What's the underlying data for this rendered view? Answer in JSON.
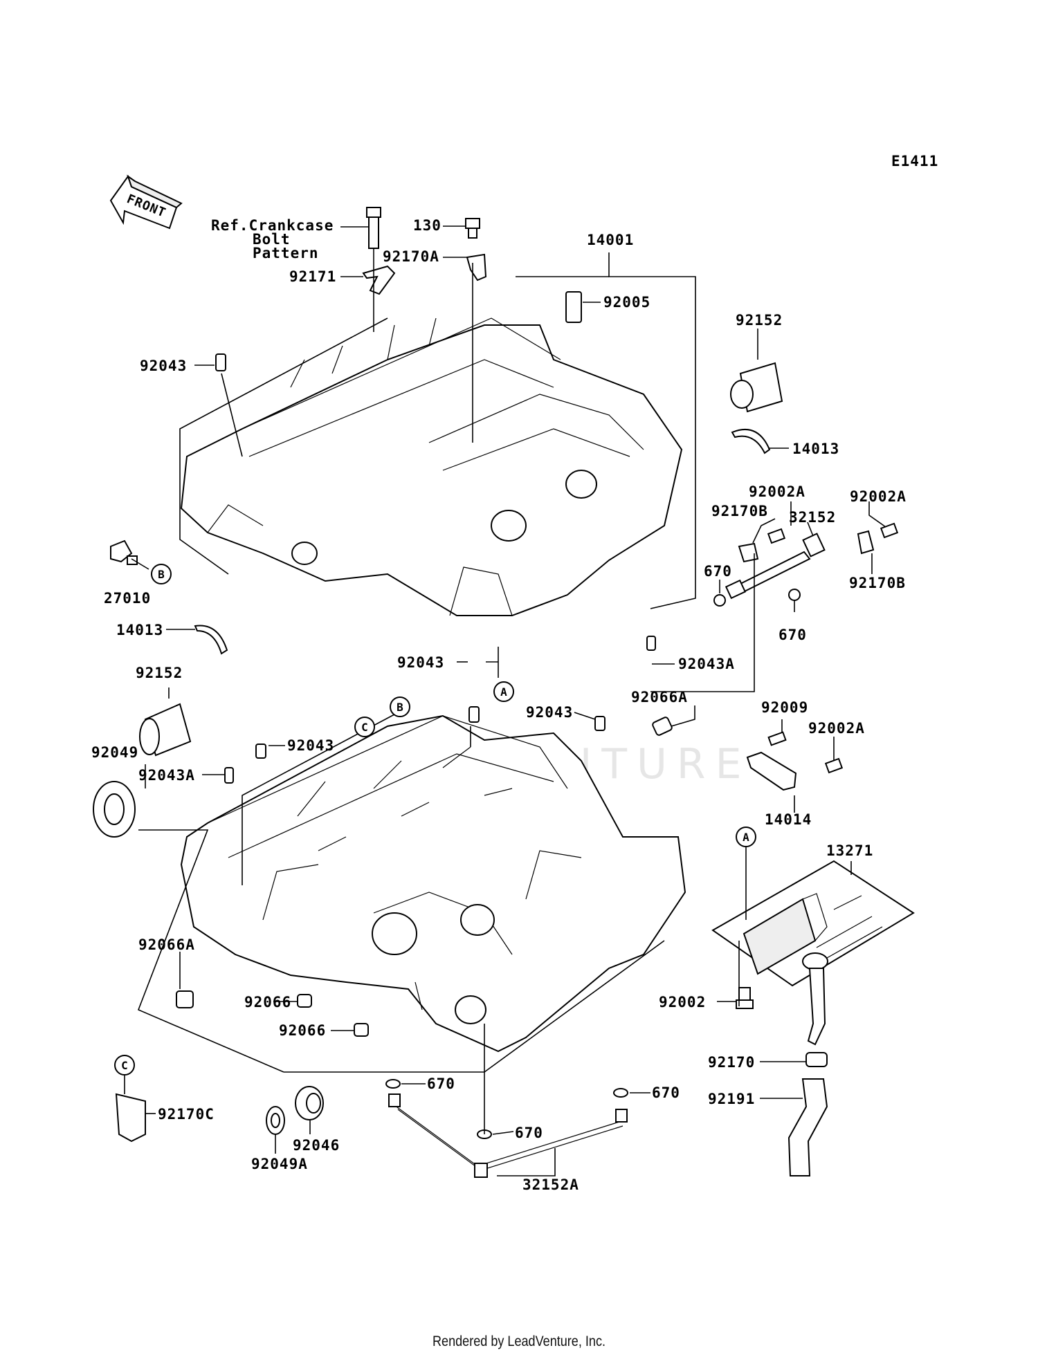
{
  "diagram_code": "E1411",
  "front_label": "FRONT",
  "ref_note": [
    "Ref.Crankcase",
    "Bolt",
    "Pattern"
  ],
  "footer": "Rendered by LeadVenture, Inc.",
  "watermark": "LEADVENTURE",
  "callouts": {
    "A": "A",
    "B": "B",
    "C": "C"
  },
  "parts": {
    "p130": "130",
    "p14001": "14001",
    "p92170A": "92170A",
    "p92171": "92171",
    "p92005": "92005",
    "p92152_upper": "92152",
    "p92043_upper": "92043",
    "p14013_right": "14013",
    "p92002A_1": "92002A",
    "p92002A_2": "92002A",
    "p92170B_1": "92170B",
    "p32152": "32152",
    "p670_left": "670",
    "p92170B_2": "92170B",
    "p670_right": "670",
    "p27010": "27010",
    "p14013_left": "14013",
    "p92152_lower": "92152",
    "p92043_mid": "92043",
    "p92043A_right": "92043A",
    "p92043_center": "92043",
    "p92066A_upper": "92066A",
    "p92009": "92009",
    "p92002A_3": "92002A",
    "p92049": "92049",
    "p92043_lower": "92043",
    "p92043A_left": "92043A",
    "p14014": "14014",
    "p13271": "13271",
    "p92066A_lower": "92066A",
    "p92066_1": "92066",
    "p92066_2": "92066",
    "p92002": "92002",
    "p92170": "92170",
    "p92191": "92191",
    "p670_b1": "670",
    "p670_b2": "670",
    "p670_b3": "670",
    "p92170C": "92170C",
    "p92046": "92046",
    "p92049A": "92049A",
    "p32152A": "32152A"
  }
}
